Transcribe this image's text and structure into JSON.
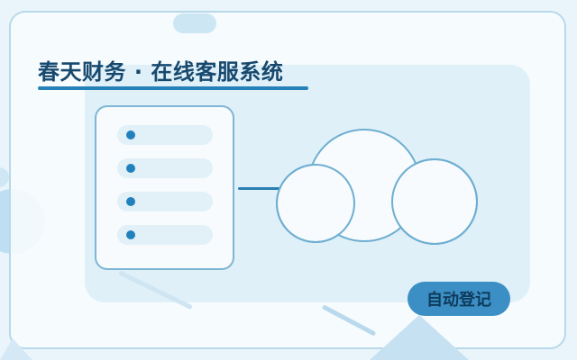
{
  "header": {
    "title": "春天财务 · 在线客服系统"
  },
  "document_card": {
    "rows": 4,
    "icon": "document-list-icon"
  },
  "cloud_illustration": {
    "icon": "cloud-icon"
  },
  "badge": {
    "label": "自动登记"
  },
  "colors": {
    "accent": "#2781b9",
    "title": "#17496e",
    "badge_bg": "#3b8fc4",
    "panel_bg": "#dff0f9",
    "card_border": "#b7d9ea"
  }
}
